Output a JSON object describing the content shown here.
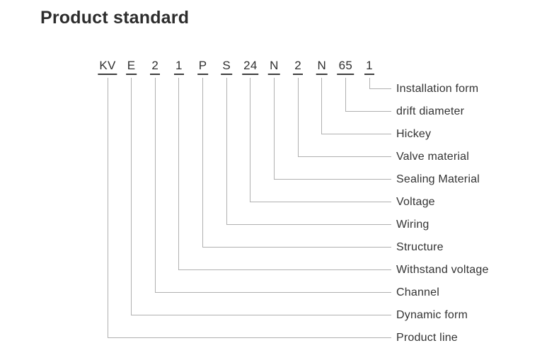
{
  "title": "Product standard",
  "colors": {
    "background": "#ffffff",
    "title_text": "#2d2d2d",
    "code_text": "#2f2f2f",
    "code_underline": "#3e3e3e",
    "connector_line": "#b0b0b0",
    "label_text": "#333333"
  },
  "diagram": {
    "code_string": "KV E 2 1 P S 24 N 2 N 65 1",
    "items": [
      {
        "code": "KV",
        "label": "Product line"
      },
      {
        "code": "E",
        "label": "Dynamic form"
      },
      {
        "code": "2",
        "label": "Channel"
      },
      {
        "code": "1",
        "label": "Withstand voltage"
      },
      {
        "code": "P",
        "label": "Structure"
      },
      {
        "code": "S",
        "label": "Wiring"
      },
      {
        "code": "24",
        "label": "Voltage"
      },
      {
        "code": "N",
        "label": "Sealing Material"
      },
      {
        "code": "2",
        "label": "Valve material"
      },
      {
        "code": "N",
        "label": "Hickey"
      },
      {
        "code": "65",
        "label": "drift diameter"
      },
      {
        "code": "1",
        "label": "Installation form"
      }
    ]
  }
}
